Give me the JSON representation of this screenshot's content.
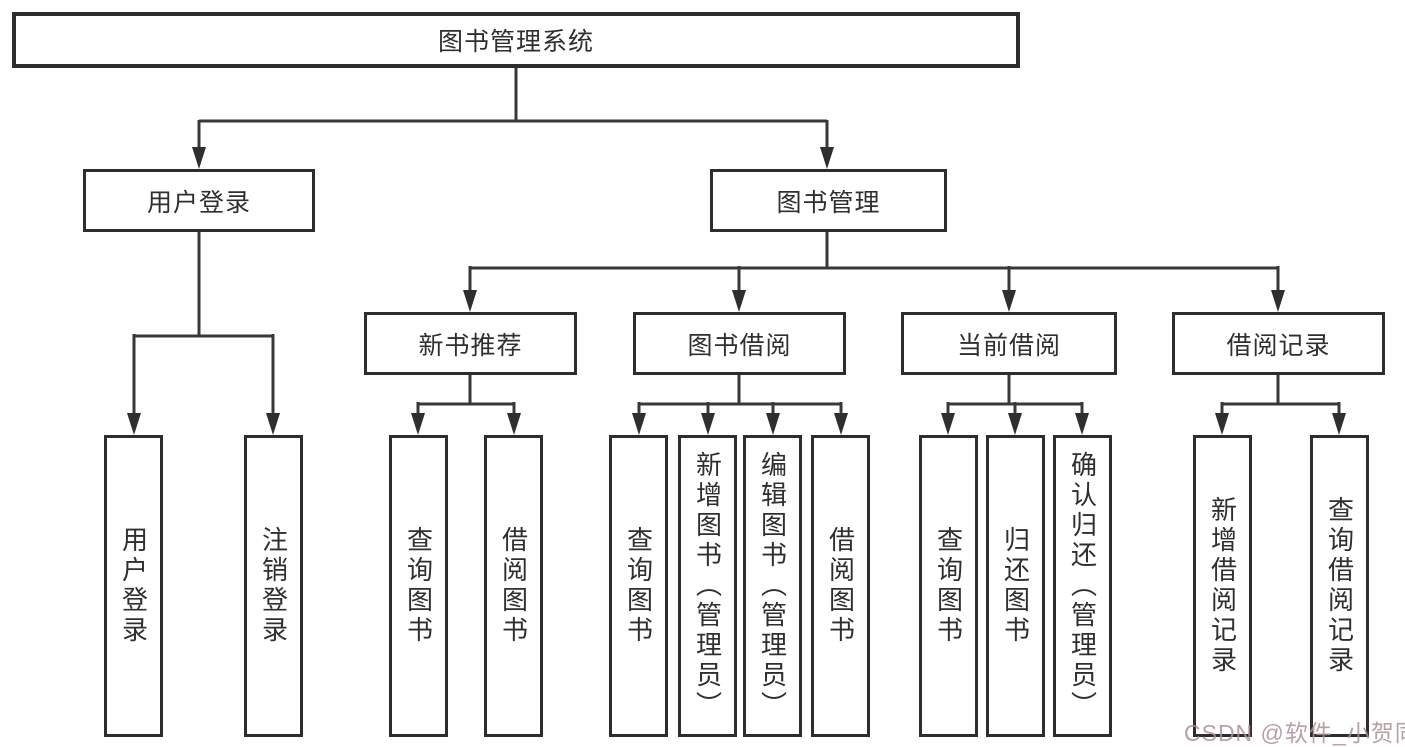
{
  "tree": {
    "root": "图书管理系统",
    "level2": [
      "用户登录",
      "图书管理"
    ],
    "level3": [
      "新书推荐",
      "图书借阅",
      "当前借阅",
      "借阅记录"
    ],
    "leaves": [
      "用户登录",
      "注销登录",
      "查询图书",
      "借阅图书",
      "查询图书",
      "新增图书（管理员）",
      "编辑图书（管理员）",
      "借阅图书",
      "查询图书",
      "归还图书",
      "确认归还（管理员）",
      "新增借阅记录",
      "查询借阅记录"
    ]
  },
  "watermark": "CSDN @软件_小贺同学",
  "colors": {
    "box_border": "#2d2d2d",
    "line": "#383838",
    "text": "#2f2f2f",
    "background": "#ffffff",
    "watermark": "#ac8f94"
  }
}
